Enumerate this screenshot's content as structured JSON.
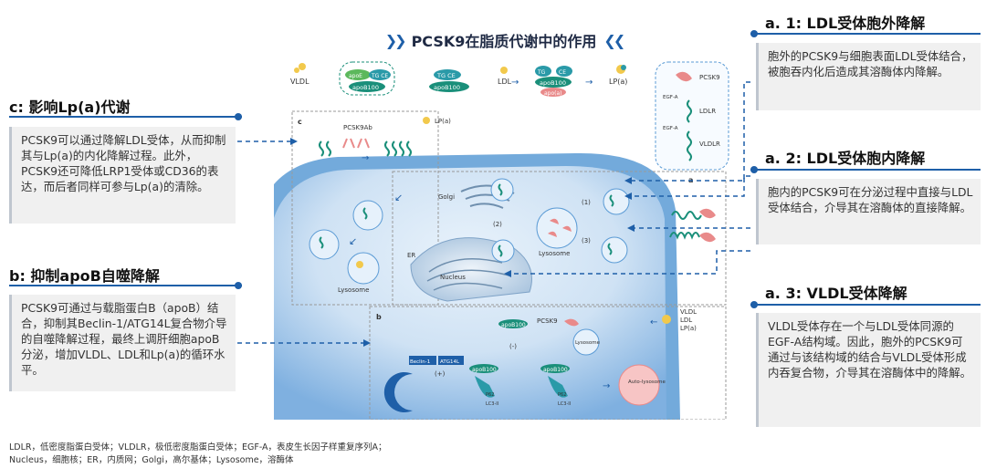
{
  "title": "PCSK9在脂质代谢中的作用",
  "panels": {
    "a1": {
      "header": "a. 1: LDL受体胞外降解",
      "body": "胞外的PCSK9与细胞表面LDL受体结合，被胞吞内化后造成其溶酶体内降解。"
    },
    "a2": {
      "header": "a. 2: LDL受体胞内降解",
      "body": "胞内的PCSK9可在分泌过程中直接与LDL受体结合，介导其在溶酶体的直接降解。"
    },
    "a3": {
      "header": "a. 3: VLDL受体降解",
      "body": "VLDL受体存在一个与LDL受体同源的EGF-A结构域。因此，胞外的PCSK9可通过与该结构域的结合与VLDL受体形成内吞复合物，介导其在溶酶体中的降解。"
    },
    "c": {
      "header": "c: 影响Lp(a)代谢",
      "body": "PCSK9可以通过降解LDL受体，从而抑制其与Lp(a)的内化降解过程。此外，PCSK9还可降低LRP1受体或CD36的表达，而后者同样可参与Lp(a)的清除。"
    },
    "b": {
      "header": "b: 抑制apoB自噬降解",
      "body": "PCSK9可通过与载脂蛋白B（apoB）结合，抑制其Beclin-1/ATG14L复合物介导的自噬降解过程，最终上调肝细胞apoB分泌，增加VLDL、LDL和Lp(a)的循环水平。"
    }
  },
  "diagram": {
    "top_row": {
      "vldl": "VLDL",
      "apoe": "apoE",
      "tgce": "TG CE",
      "apob100": "apoB100",
      "tgce2": "TG CE",
      "apob100b": "apoB100",
      "ldl": "LDL",
      "tg": "TG",
      "ce": "CE",
      "apob100c": "apoB100",
      "apoa": "apo(a)",
      "lpa": "LP(a)"
    },
    "legend_box": {
      "pcsk9": "PCSK9",
      "egfa1": "EGF-A",
      "ldlr": "LDLR",
      "egfa2": "EGF-A",
      "vldlr": "VLDLR"
    },
    "panel_c": {
      "label": "c",
      "pcsk9ab": "PCSK9Ab",
      "lpa": "LP(a)",
      "lysosome": "Lysosome"
    },
    "panel_a": {
      "label": "a",
      "golgi": "Golgi",
      "er": "ER",
      "nucleus": "Nucleus",
      "lysosome": "Lysosome",
      "step1": "(1)",
      "step2": "(2)",
      "step3": "(3)"
    },
    "panel_b": {
      "label": "b",
      "apob100a": "apoB100",
      "pcsk9": "PCSK9",
      "minus": "(-)",
      "beclin": "Beclin-1",
      "atg14l": "ATG14L",
      "plus": "(+)",
      "apob100b": "apoB100",
      "apob100c": "apoB100",
      "lysosome": "Lysosome",
      "p62a": "P62",
      "lc3a": "LC3-II",
      "p62b": "P62",
      "lc3b": "LC3-II",
      "autolysosome": "Auto-lysosome",
      "vldl": "VLDL",
      "ldl": "LDL",
      "lpa": "LP(a)"
    }
  },
  "footnote": {
    "line1": "LDLR，低密度脂蛋白受体；VLDLR，极低密度脂蛋白受体；EGF-A，表皮生长因子样重复序列A；",
    "line2": "Nucleus，细胞核；ER，内质网；Golgi，高尔基体；Lysosome，溶酶体"
  },
  "colors": {
    "accent": "#1e5fa8",
    "cell": "#5b9bd5",
    "pcsk9": "#e98a8a",
    "receptor": "#1a8f7a"
  }
}
